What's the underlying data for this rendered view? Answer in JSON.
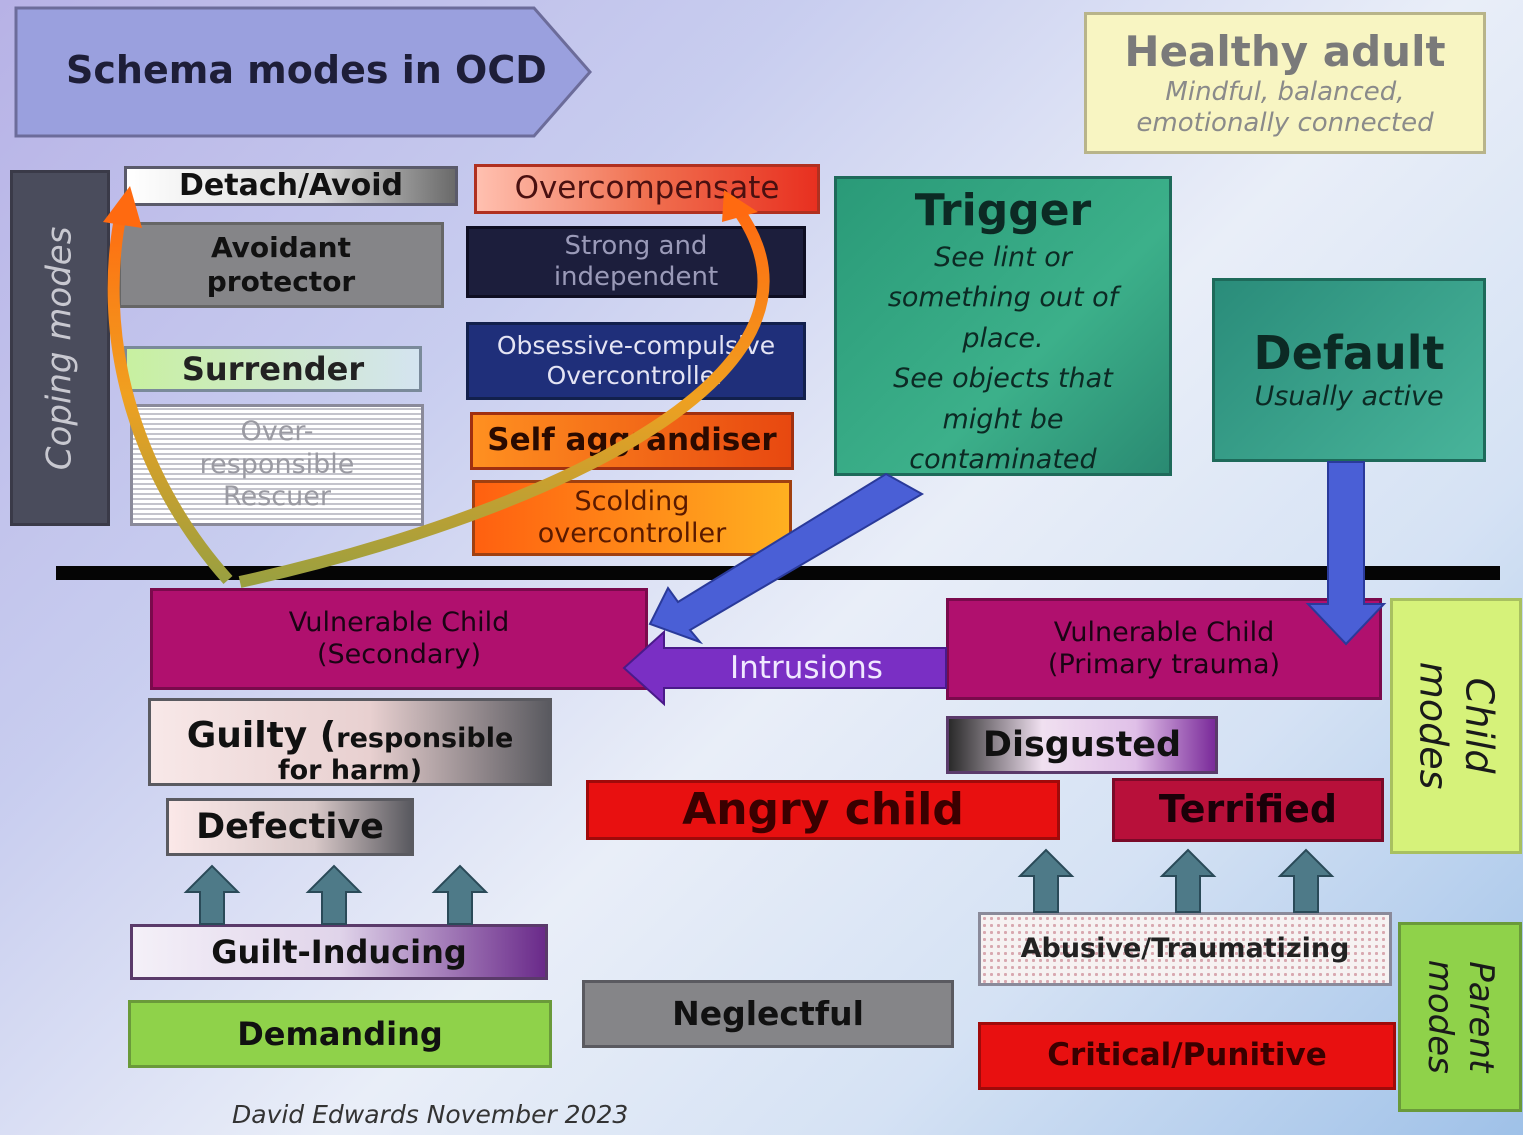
{
  "title": "Schema modes in OCD",
  "healthy_adult": {
    "title": "Healthy adult",
    "subtitle": "Mindful, balanced,\nemotionally connected"
  },
  "coping_modes_label": "Coping modes",
  "child_modes_label": "Child\nmodes",
  "parent_modes_label": "Parent\nmodes",
  "coping": {
    "detach_avoid": "Detach/Avoid",
    "avoidant_protector": "Avoidant\nprotector",
    "surrender": "Surrender",
    "over_responsible_rescuer": "Over-\nresponsible\nRescuer",
    "overcompensate": "Overcompensate",
    "strong_independent": "Strong and\nindependent",
    "obsessive_compulsive": "Obsessive-compulsive\nOvercontroller",
    "self_aggrandiser": "Self aggrandiser",
    "scolding": "Scolding\novercontroller"
  },
  "trigger": {
    "title": "Trigger",
    "text": "See lint or\nsomething out of\nplace.\nSee objects that\nmight be\ncontaminated"
  },
  "default": {
    "title": "Default",
    "subtitle": "Usually active"
  },
  "child": {
    "vulnerable_secondary": "Vulnerable Child\n(Secondary)",
    "vulnerable_primary": "Vulnerable Child\n(Primary trauma)",
    "intrusions": "Intrusions",
    "guilty_main": "Guilty (",
    "guilty_small": "responsible\nfor harm)",
    "defective": "Defective",
    "disgusted": "Disgusted",
    "angry_child": "Angry child",
    "terrified": "Terrified"
  },
  "parent": {
    "guilt_inducing": "Guilt-Inducing",
    "demanding": "Demanding",
    "neglectful": "Neglectful",
    "abusive": "Abusive/Traumatizing",
    "critical": "Critical/Punitive"
  },
  "credit": "David Edwards November 2023",
  "colors": {
    "magenta": "#b0106e",
    "teal": "#2e9e86",
    "red": "#e81010",
    "green": "#8fd24a",
    "lime": "#d6f27a",
    "blue_arrow": "#4a5fd6",
    "purple_arrow": "#7a2fc4"
  }
}
